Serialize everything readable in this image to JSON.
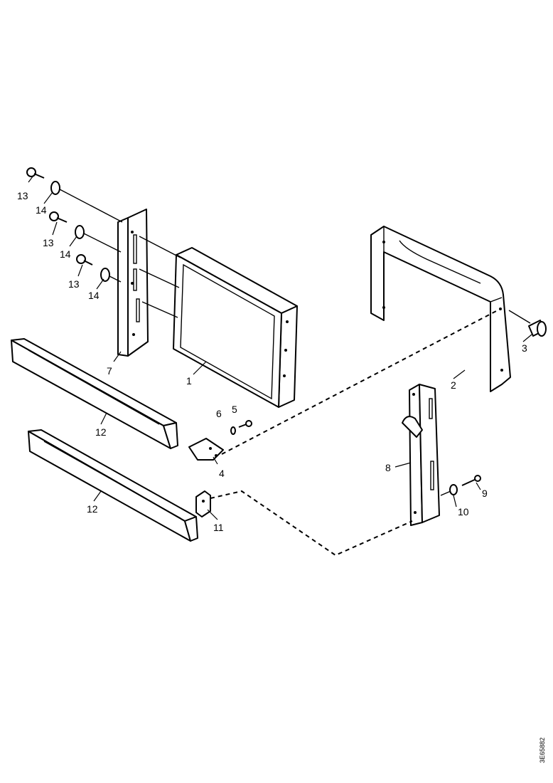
{
  "diagram": {
    "part_labels": {
      "p1": "1",
      "p2": "2",
      "p3": "3",
      "p4": "4",
      "p5": "5",
      "p6": "6",
      "p7": "7",
      "p8": "8",
      "p9": "9",
      "p10": "10",
      "p11": "11",
      "p12a": "12",
      "p12b": "12",
      "p13a": "13",
      "p13b": "13",
      "p13c": "13",
      "p14a": "14",
      "p14b": "14",
      "p14c": "14"
    },
    "drawing_number": "3E65882"
  }
}
